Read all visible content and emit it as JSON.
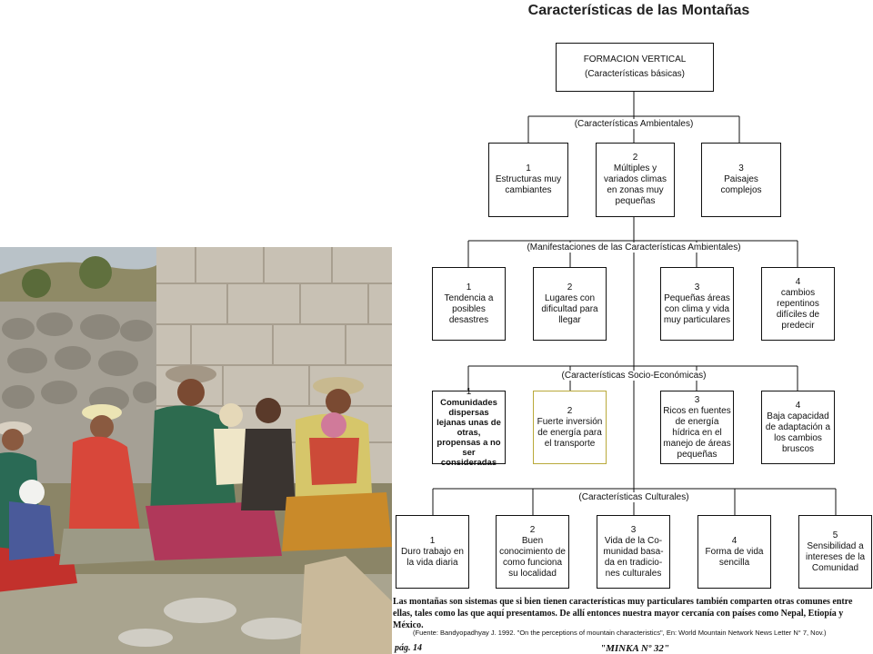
{
  "photo": {
    "description_icon": "photo-andean-women-children"
  },
  "diagram": {
    "title": "Características de las Montañas",
    "root": {
      "line1": "FORMACION VERTICAL",
      "line2": "(Características básicas)"
    },
    "groups": [
      {
        "label": "(Características Ambientales)",
        "items": [
          {
            "num": "1",
            "text": "Estructuras muy cambiantes"
          },
          {
            "num": "2",
            "text": "Múltiples y variados climas en zonas muy pequeñas"
          },
          {
            "num": "3",
            "text": "Paisajes complejos"
          }
        ]
      },
      {
        "label": "(Manifestaciones de las Características Ambientales)",
        "items": [
          {
            "num": "1",
            "text": "Tendencia a posibles desastres"
          },
          {
            "num": "2",
            "text": "Lugares con dificultad para llegar"
          },
          {
            "num": "3",
            "text": "Pequeñas áreas con clima y vida muy particulares"
          },
          {
            "num": "4",
            "text": "cambios repentinos difíciles de predecir"
          }
        ]
      },
      {
        "label": "(Características Socio-Económicas)",
        "items": [
          {
            "num": "1",
            "text": "Comunidades dispersas lejanas unas de otras, propensas a no ser consideradas"
          },
          {
            "num": "2",
            "text": "Fuerte inversión de energía para el transporte"
          },
          {
            "num": "3",
            "text": "Ricos en fuentes de energía hídrica en el manejo de áreas pequeñas"
          },
          {
            "num": "4",
            "text": "Baja capacidad de adaptación a los cambios bruscos"
          }
        ]
      },
      {
        "label": "(Características Culturales)",
        "items": [
          {
            "num": "1",
            "text": "Duro trabajo en la vida diaria"
          },
          {
            "num": "2",
            "text": "Buen conocimiento de como funciona su localidad"
          },
          {
            "num": "3",
            "text": "Vida de la Co-munidad basa-da en tradicio-nes culturales"
          },
          {
            "num": "4",
            "text": "Forma de vida sencilla"
          },
          {
            "num": "5",
            "text": "Sensibilidad a intereses de la Comunidad"
          }
        ]
      }
    ],
    "note": "Las montañas son sistemas que si bien tienen características muy particulares también comparten otras comunes entre ellas, tales como las que aquí presentamos. De allí entonces nuestra mayor cercanía con países como Nepal, Etiopía y México.",
    "source": "(Fuente: Bandyopadhyay J. 1992. \"On the perceptions of mountain characteristics\", En: World Mountain Network News Letter N° 7, Nov.)",
    "page": "pág. 14",
    "publication": "\"MINKA Nº 32\""
  }
}
